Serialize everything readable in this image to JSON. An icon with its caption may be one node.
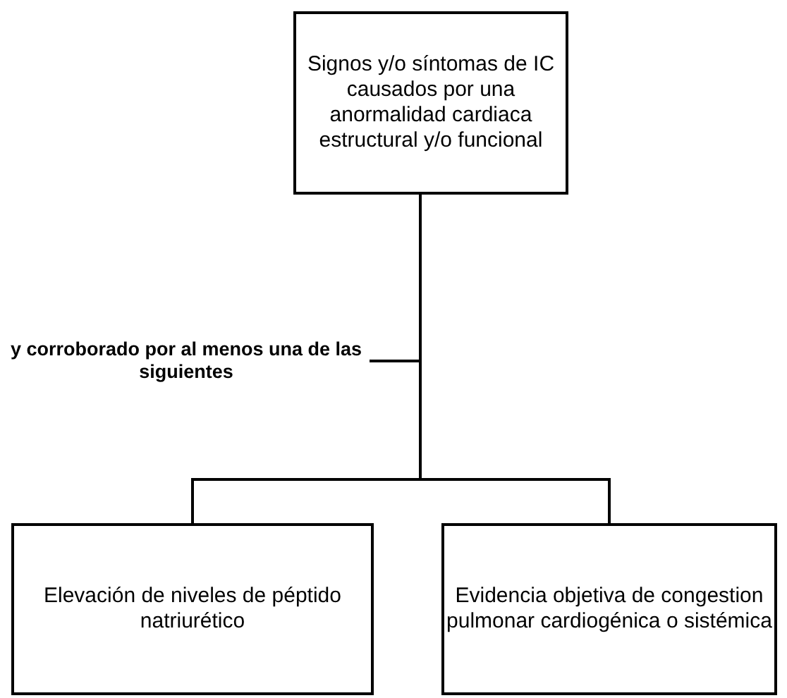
{
  "diagram": {
    "nodes": [
      {
        "text": [
          "Signos y/o síntomas de IC causados por una anormalidad cardiaca estructural y/o funcional"
        ]
      },
      {
        "text": [
          "Elevación de niveles de péptido natriurético"
        ]
      },
      {
        "text": [
          "Evidencia objetiva de congestion pulmonar cardiogénica o sistémica"
        ]
      },
      {
        "text": [
          "y corroborado por al menos una de las siguientes"
        ]
      }
    ],
    "edges": [
      {
        "from": 0,
        "to": 1,
        "arrow": "none"
      },
      {
        "from": 0,
        "to": 2,
        "arrow": "none"
      },
      {
        "from": 3,
        "to": null,
        "arrow": "none"
      }
    ]
  }
}
